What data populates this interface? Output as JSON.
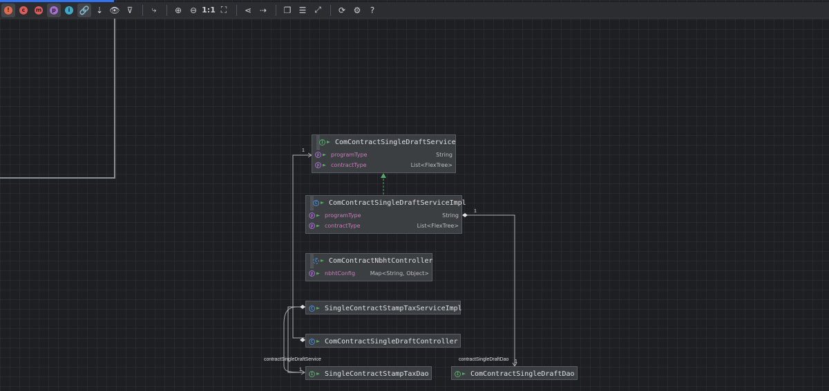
{
  "toolbar": {
    "items": [
      {
        "name": "error-filter-icon",
        "glyph": "!",
        "color": "#e06c4b",
        "type": "dot",
        "active": true
      },
      {
        "name": "constructor-filter-icon",
        "glyph": "c",
        "color": "#db5c5c",
        "type": "dot"
      },
      {
        "name": "method-filter-icon",
        "glyph": "m",
        "color": "#db5c5c",
        "type": "dot"
      },
      {
        "name": "property-filter-icon",
        "glyph": "p",
        "color": "#a86fd1",
        "type": "dot",
        "active": true
      },
      {
        "name": "inner-class-filter-icon",
        "glyph": "i",
        "color": "#3fa7c7",
        "type": "dot"
      },
      {
        "name": "link-icon",
        "glyph": "🔗",
        "type": "glyph",
        "active": true
      },
      {
        "name": "sort-icon",
        "glyph": "⇣",
        "type": "glyph"
      },
      {
        "name": "eye-icon",
        "glyph": "👁",
        "type": "glyph"
      },
      {
        "name": "filter-icon",
        "glyph": "⊽",
        "type": "glyph"
      },
      {
        "name": "sep"
      },
      {
        "name": "route-edges-icon",
        "glyph": "⤷",
        "type": "glyph"
      },
      {
        "name": "sep"
      },
      {
        "name": "zoom-in-icon",
        "glyph": "⊕",
        "type": "glyph"
      },
      {
        "name": "zoom-out-icon",
        "glyph": "⊖",
        "type": "glyph"
      },
      {
        "name": "actual-size-icon",
        "glyph": "1:1",
        "type": "text"
      },
      {
        "name": "fit-content-icon",
        "glyph": "⛶",
        "type": "glyph"
      },
      {
        "name": "sep"
      },
      {
        "name": "share-icon",
        "glyph": "⋖",
        "type": "glyph"
      },
      {
        "name": "layout-icon",
        "glyph": "⇢",
        "type": "glyph"
      },
      {
        "name": "sep"
      },
      {
        "name": "copy-icon",
        "glyph": "❐",
        "type": "glyph"
      },
      {
        "name": "align-icon",
        "glyph": "☰",
        "type": "glyph"
      },
      {
        "name": "export-icon",
        "glyph": "⤢",
        "type": "glyph"
      },
      {
        "name": "sep"
      },
      {
        "name": "refresh-icon",
        "glyph": "⟳",
        "type": "glyph"
      },
      {
        "name": "gear-icon",
        "glyph": "⚙",
        "type": "glyph"
      },
      {
        "name": "help-icon",
        "glyph": "?",
        "type": "glyph"
      }
    ]
  },
  "nodes": {
    "service": {
      "title": "ComContractSingleDraftService",
      "fields": [
        {
          "name": "programType",
          "type": "String"
        },
        {
          "name": "contractType",
          "type": "List<FlexTree>"
        }
      ]
    },
    "service_impl": {
      "title": "ComContractSingleDraftServiceImpl",
      "fields": [
        {
          "name": "programType",
          "type": "String"
        },
        {
          "name": "contractType",
          "type": "List<FlexTree>"
        }
      ]
    },
    "nbht_controller": {
      "title": "ComContractNbhtController",
      "fields": [
        {
          "name": "nbhtConfig",
          "type": "Map<String, Object>"
        }
      ]
    },
    "stamp_tax_service_impl": {
      "title": "SingleContractStampTaxServiceImpl"
    },
    "draft_controller": {
      "title": "ComContractSingleDraftController"
    },
    "stamp_tax_dao": {
      "title": "SingleContractStampTaxDao"
    },
    "draft_dao": {
      "title": "ComContractSingleDraftDao"
    }
  },
  "edge_labels": {
    "service_multiplicity": "1",
    "impl_multiplicity": "1",
    "dao_multiplicity": "1",
    "stamp_dao_multiplicity": "1",
    "contract_single_draft_service": "contractSingleDraftService",
    "contract_single_draft_dao": "contractSingleDraftDao"
  },
  "colors": {
    "canvas": "#1e1f22",
    "node": "#3c3f41",
    "field_name": "#c77dbb",
    "implements_arrow": "#59a869",
    "edge": "#afb1b3"
  }
}
